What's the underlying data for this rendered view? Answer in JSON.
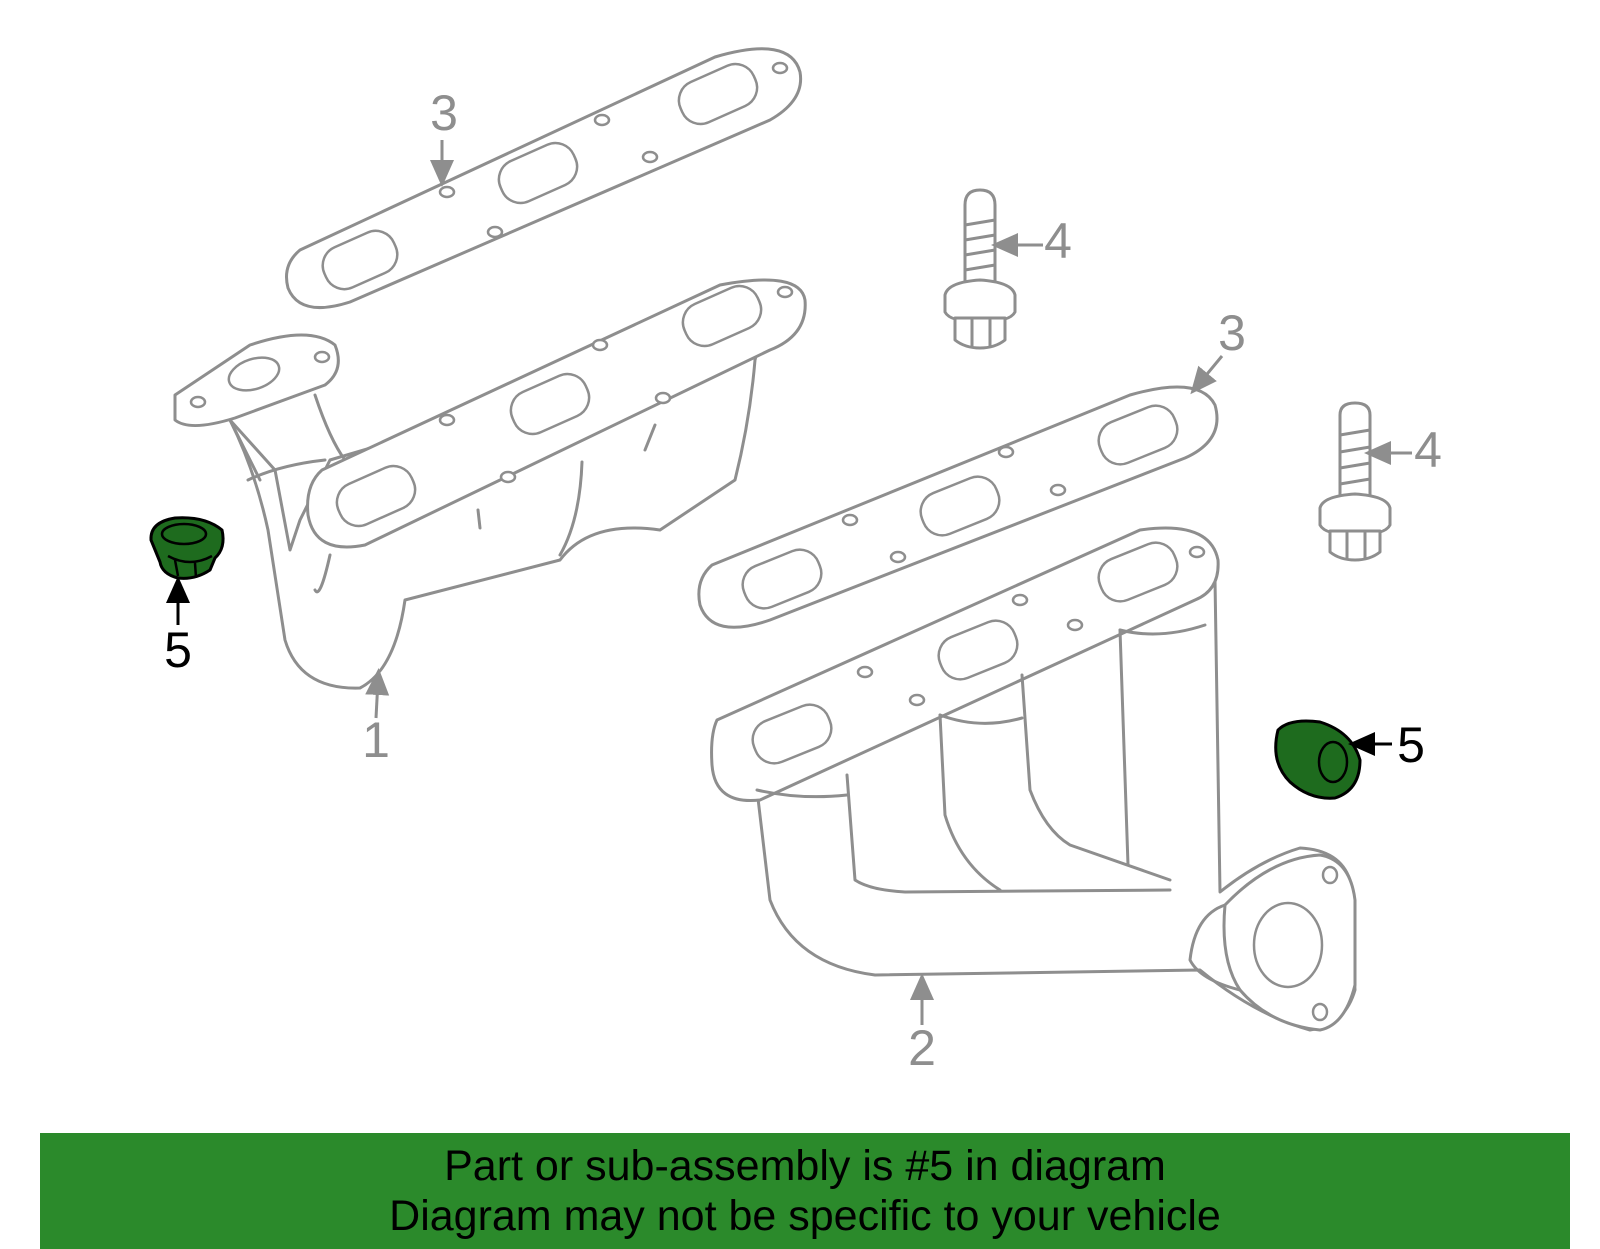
{
  "diagram": {
    "callouts": {
      "c1": "1",
      "c2": "2",
      "c3a": "3",
      "c3b": "3",
      "c4a": "4",
      "c4b": "4",
      "c5a": "5",
      "c5b": "5"
    },
    "colors": {
      "line": "#8e8e8e",
      "highlight_part": "#1e6b1e",
      "banner": "#2b8a2b",
      "banner_text": "#000000"
    }
  },
  "banner": {
    "line1": "Part or sub-assembly is #5 in diagram",
    "line2": "Diagram may not be specific to your vehicle"
  }
}
